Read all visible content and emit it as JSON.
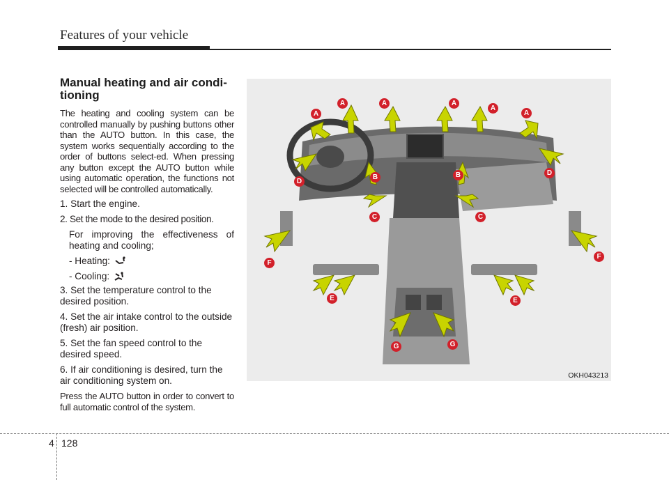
{
  "header": {
    "title": "Features of your vehicle"
  },
  "section": {
    "title": "Manual heating and air condi-tioning",
    "intro": "The heating and cooling system can be controlled manually by pushing buttons other than the AUTO button. In this case, the system works sequentially according to the order of buttons select-ed. When pressing any button except the AUTO button while using automatic operation, the functions not selected will be controlled automatically.",
    "steps": [
      {
        "num": "1.",
        "text": "Start the engine."
      },
      {
        "num": "2.",
        "text": "Set the mode to the desired position."
      },
      {
        "num": "3.",
        "text": "Set the temperature control to the desired position."
      },
      {
        "num": "4.",
        "text": "Set the air intake control to the outside (fresh) air position."
      },
      {
        "num": "5.",
        "text": "Set the fan speed control to the desired speed."
      },
      {
        "num": "6.",
        "text": "If air conditioning is desired, turn the air conditioning system on."
      }
    ],
    "improve_note": "For improving the effectiveness of heating and cooling;",
    "heating_label": "- Heating:",
    "cooling_label": "- Cooling:",
    "outro": "Press the AUTO button in order to convert to full automatic control of the system."
  },
  "figure": {
    "caption": "OKH043213",
    "markers": [
      "A",
      "A",
      "A",
      "A",
      "A",
      "A",
      "B",
      "B",
      "C",
      "C",
      "D",
      "D",
      "E",
      "E",
      "F",
      "F",
      "G",
      "G"
    ]
  },
  "footer": {
    "chapter": "4",
    "page": "128"
  },
  "colors": {
    "marker": "#d2202a",
    "arrow": "#c8d400",
    "figure_bg": "#ececec"
  }
}
